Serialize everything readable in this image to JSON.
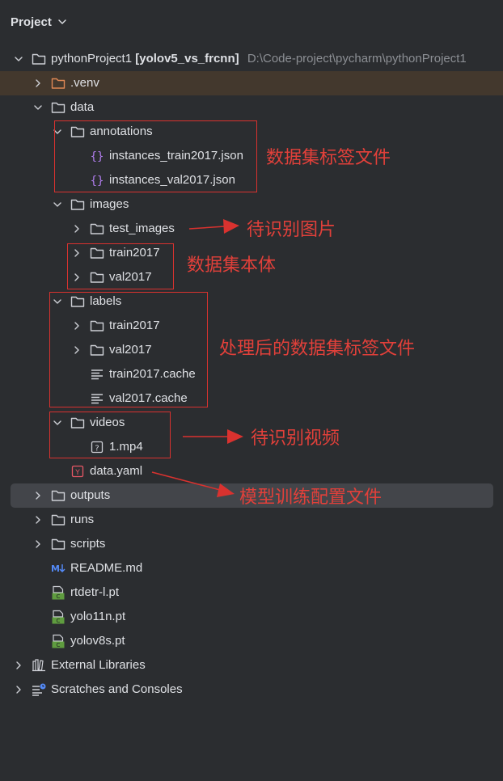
{
  "header": {
    "title": "Project"
  },
  "tree": {
    "root_name": "pythonProject1",
    "root_branch": "[yolov5_vs_frcnn]",
    "root_path": "D:\\Code-project\\pycharm\\pythonProject1",
    "venv": ".venv",
    "data": "data",
    "annotations": "annotations",
    "ann_file1": "instances_train2017.json",
    "ann_file2": "instances_val2017.json",
    "images": "images",
    "test_images": "test_images",
    "img_train": "train2017",
    "img_val": "val2017",
    "labels": "labels",
    "lbl_train": "train2017",
    "lbl_val": "val2017",
    "lbl_train_cache": "train2017.cache",
    "lbl_val_cache": "val2017.cache",
    "videos": "videos",
    "video_file": "1.mp4",
    "data_yaml": "data.yaml",
    "outputs": "outputs",
    "runs": "runs",
    "scripts": "scripts",
    "readme": "README.md",
    "rtdetr": "rtdetr-l.pt",
    "yolo11n": "yolo11n.pt",
    "yolov8s": "yolov8s.pt",
    "external_libraries": "External Libraries",
    "scratches": "Scratches and Consoles"
  },
  "annotations_notes": {
    "dataset_labels": "数据集标签文件",
    "images_to_detect": "待识别图片",
    "dataset_body": "数据集本体",
    "processed_labels": "处理后的数据集标签文件",
    "videos_to_detect": "待识别视频",
    "training_config": "模型训练配置文件"
  },
  "colors": {
    "background": "#2b2d30",
    "annotation_red": "#e2403a",
    "folder_icon": "#ced0d6",
    "json_icon": "#b07ded",
    "yaml_icon": "#e55765",
    "pt_icon": "#5f9c3f",
    "md_icon": "#548af7"
  }
}
